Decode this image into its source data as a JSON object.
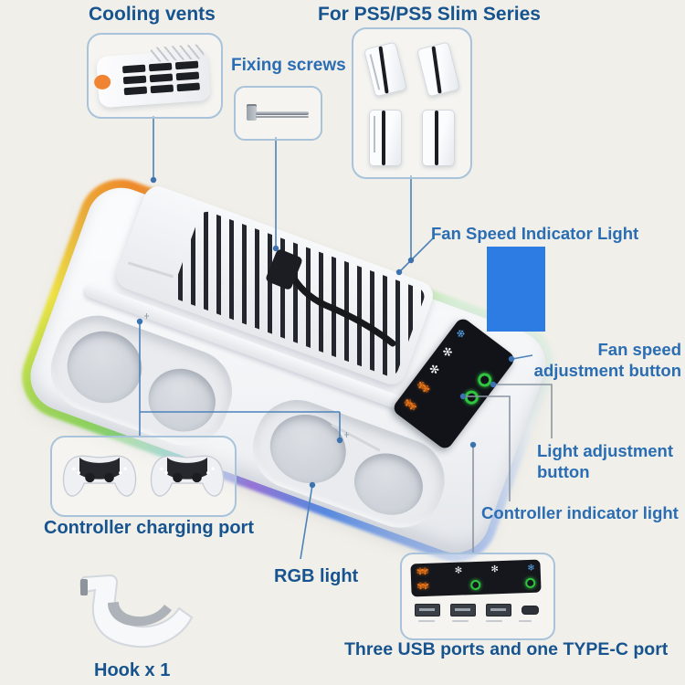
{
  "labels": {
    "cooling_vents": "Cooling vents",
    "compatibility": "For PS5/PS5 Slim Series",
    "fixing_screws": "Fixing screws",
    "fan_speed_indicator": "Fan Speed Indicator Light",
    "fan_speed_adjustment_1": "Fan speed",
    "fan_speed_adjustment_2": "adjustment button",
    "light_adjustment_1": "Light adjustment",
    "light_adjustment_2": "button",
    "controller_indicator": "Controller indicator light",
    "controller_charging": "Controller charging port",
    "rgb_light": "RGB light",
    "hook": "Hook x 1",
    "usb_ports": "Three USB ports and one TYPE-C port"
  },
  "glyphs": {
    "snowflake": "❄",
    "fan": "✻",
    "fan_pair": "✾✾"
  },
  "colors": {
    "background": "#f1efe9",
    "label_text": "#2a6db3",
    "header_text": "#17548f",
    "callout_line": "#4d82bb",
    "callout_line_gray": "#8a97a3",
    "censor_blue": "#2d7ce4",
    "panel_black": "#111319",
    "green_button": "#2fc53e",
    "orange_indicator": "#e8751a",
    "rgb_strip": [
      "#f08a2a",
      "#f6e93c",
      "#8fdf4e",
      "#4a86ec",
      "#9a6ce0"
    ]
  }
}
